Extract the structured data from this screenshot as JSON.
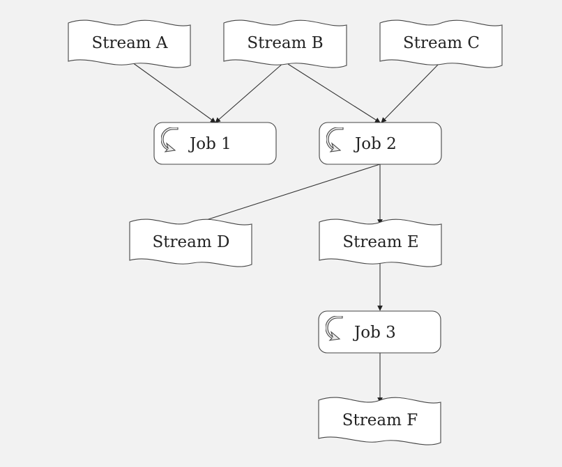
{
  "colors": {
    "background": "#f2f2f2",
    "shape_fill": "#ffffff",
    "stroke": "#444444",
    "text": "#222222"
  },
  "diagram": {
    "streams": {
      "a": "Stream A",
      "b": "Stream B",
      "c": "Stream C",
      "d": "Stream D",
      "e": "Stream E",
      "f": "Stream F"
    },
    "jobs": {
      "job1": "Job 1",
      "job2": "Job 2",
      "job3": "Job 3"
    },
    "job_icon": "refresh-arrow-icon",
    "edges": [
      {
        "from": "Stream A",
        "to": "Job 1"
      },
      {
        "from": "Stream B",
        "to": "Job 1"
      },
      {
        "from": "Stream B",
        "to": "Job 2"
      },
      {
        "from": "Stream C",
        "to": "Job 2"
      },
      {
        "from": "Job 2",
        "to": "Stream D"
      },
      {
        "from": "Job 2",
        "to": "Stream E"
      },
      {
        "from": "Stream E",
        "to": "Job 3"
      },
      {
        "from": "Job 3",
        "to": "Stream F"
      }
    ]
  }
}
